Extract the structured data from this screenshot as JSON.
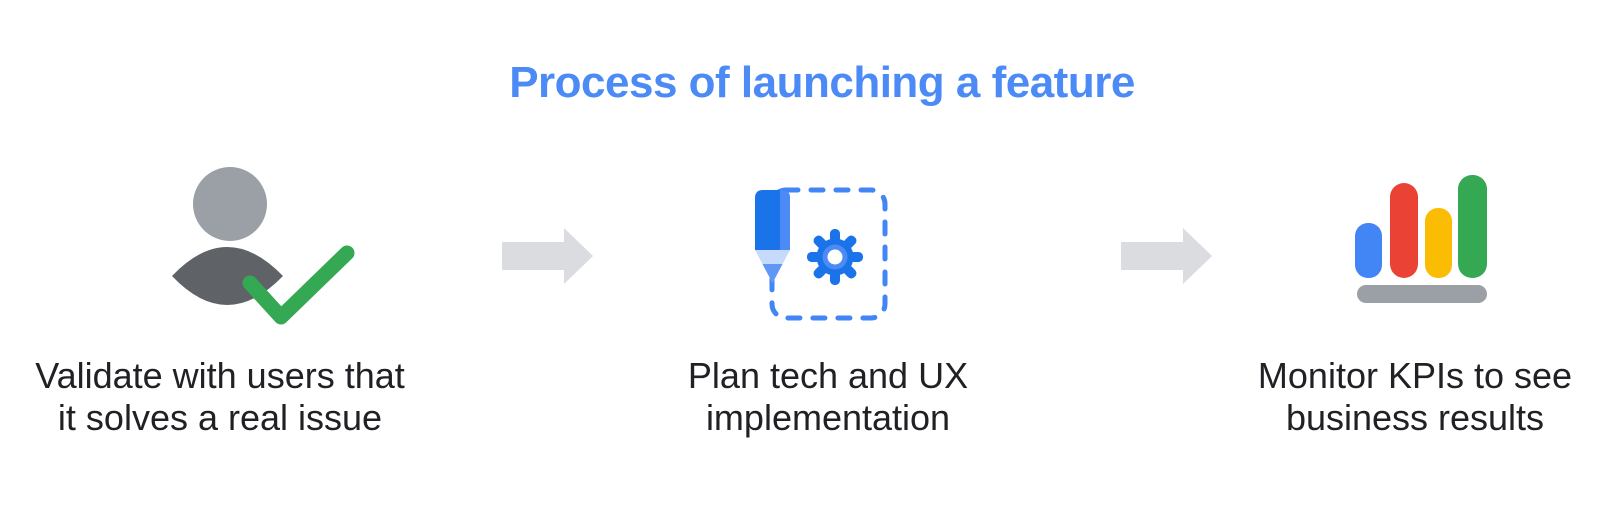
{
  "title": {
    "text": "Process of launching a feature",
    "color": "#4C8BF5"
  },
  "steps": [
    {
      "icon": "user-check-icon",
      "label_line1": "Validate with users that",
      "label_line2": "it solves a real issue"
    },
    {
      "icon": "pencil-gear-icon",
      "label_line1": "Plan tech and UX",
      "label_line2": "implementation"
    },
    {
      "icon": "bar-chart-icon",
      "label_line1": "Monitor KPIs to see",
      "label_line2": "business results"
    }
  ],
  "arrows": {
    "icon": "arrow-right-icon",
    "count": 2
  },
  "colors": {
    "title_blue": "#4C8BF5",
    "text_dark": "#202124",
    "arrow_gray": "#DADCE0",
    "head_gray": "#9AA0A6",
    "body_gray": "#5F6368",
    "check_green": "#34A853",
    "pencil_blue": "#1A73E8",
    "pencil_highlight": "#4C8BF5",
    "pencil_collar": "#C6DAFC",
    "pencil_tip": "#5E97F6",
    "gear_blue": "#1A73E8",
    "gear_ring": "#4C8BF5",
    "gear_hole": "#FFFFFF",
    "dash_blue": "#4285F4",
    "bar_blue": "#4285F4",
    "bar_red": "#EA4335",
    "bar_yellow": "#FBBC04",
    "bar_green": "#34A853",
    "bar_base_gray": "#9AA0A6"
  }
}
